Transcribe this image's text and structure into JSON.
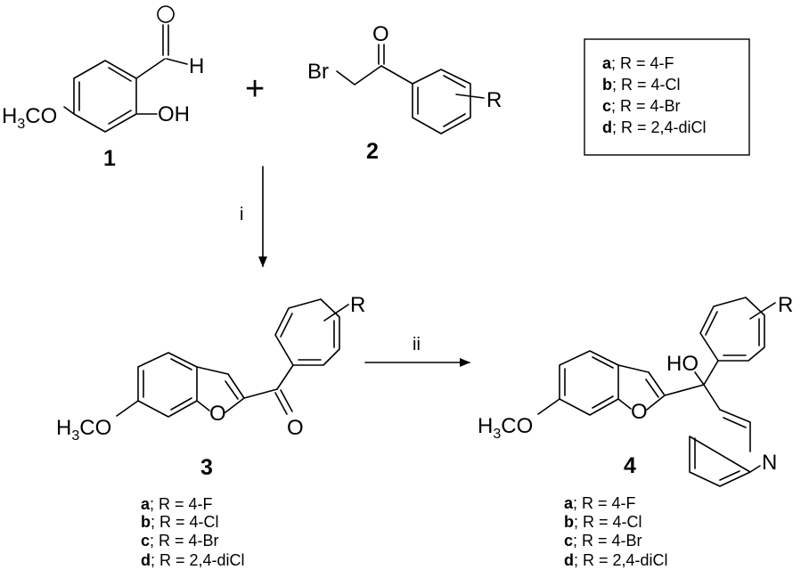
{
  "compounds": {
    "c1": {
      "label": "1",
      "h": "H",
      "oh": "OH",
      "methoxy": "H",
      "methoxy_sub": "3",
      "methoxy_rest": "CO"
    },
    "c2": {
      "label": "2",
      "br": "Br",
      "o": "O",
      "r": "R"
    },
    "c3": {
      "label": "3",
      "o_ring": "O",
      "o_keto": "O",
      "r": "R",
      "methoxy": "H",
      "methoxy_sub": "3",
      "methoxy_rest": "CO"
    },
    "c4": {
      "label": "4",
      "ho": "HO",
      "o_ring": "O",
      "n": "N",
      "r": "R",
      "methoxy": "H",
      "methoxy_sub": "3",
      "methoxy_rest": "CO"
    }
  },
  "plus": "+",
  "steps": {
    "i": "i",
    "ii": "ii"
  },
  "substituent_box": [
    {
      "letter": "a",
      "rest": "; R = 4-F"
    },
    {
      "letter": "b",
      "rest": "; R = 4-Cl"
    },
    {
      "letter": "c",
      "rest": "; R = 4-Br"
    },
    {
      "letter": "d",
      "rest": "; R = 2,4-diCl"
    }
  ],
  "substituents_3": [
    {
      "letter": "a",
      "rest": "; R = 4-F"
    },
    {
      "letter": "b",
      "rest": "; R = 4-Cl"
    },
    {
      "letter": "c",
      "rest": "; R = 4-Br"
    },
    {
      "letter": "d",
      "rest": "; R = 2,4-diCl"
    }
  ],
  "substituents_4": [
    {
      "letter": "a",
      "rest": "; R = 4-F"
    },
    {
      "letter": "b",
      "rest": "; R = 4-Cl"
    },
    {
      "letter": "c",
      "rest": "; R = 4-Br"
    },
    {
      "letter": "d",
      "rest": "; R = 2,4-diCl"
    }
  ]
}
